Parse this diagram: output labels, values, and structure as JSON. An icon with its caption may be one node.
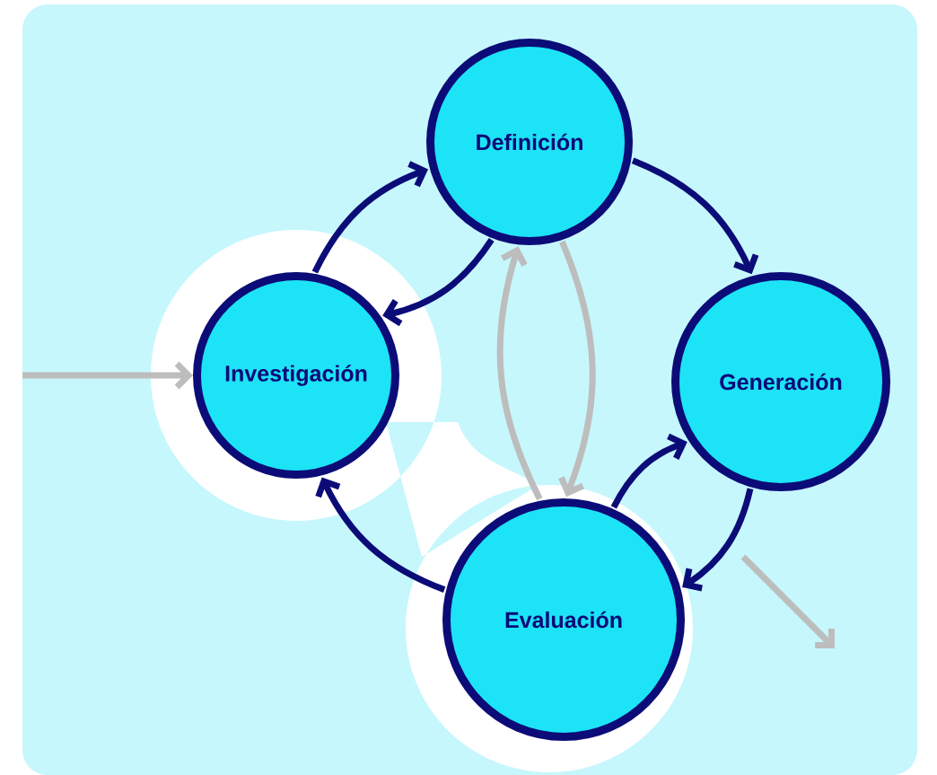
{
  "diagram": {
    "nodes": [
      {
        "text": [
          "Definición"
        ]
      },
      {
        "text": [
          "Investigación"
        ]
      },
      {
        "text": [
          "Generación"
        ]
      },
      {
        "text": [
          "Evaluación"
        ]
      }
    ],
    "edges": [
      {
        "from": 1,
        "to": 0,
        "arrow": "to"
      },
      {
        "from": 0,
        "to": 1,
        "arrow": "to"
      },
      {
        "from": 0,
        "to": 2,
        "arrow": "to"
      },
      {
        "from": 2,
        "to": 3,
        "arrow": "to"
      },
      {
        "from": 3,
        "to": 2,
        "arrow": "to"
      },
      {
        "from": 3,
        "to": 1,
        "arrow": "to"
      },
      {
        "from": 3,
        "to": 0,
        "arrow": "to",
        "color": "#bdbdbd"
      },
      {
        "from": 0,
        "to": 3,
        "arrow": "to",
        "color": "#bdbdbd"
      },
      {
        "from": null,
        "to": 1,
        "arrow": "to",
        "color": "#bdbdbd"
      }
    ]
  }
}
